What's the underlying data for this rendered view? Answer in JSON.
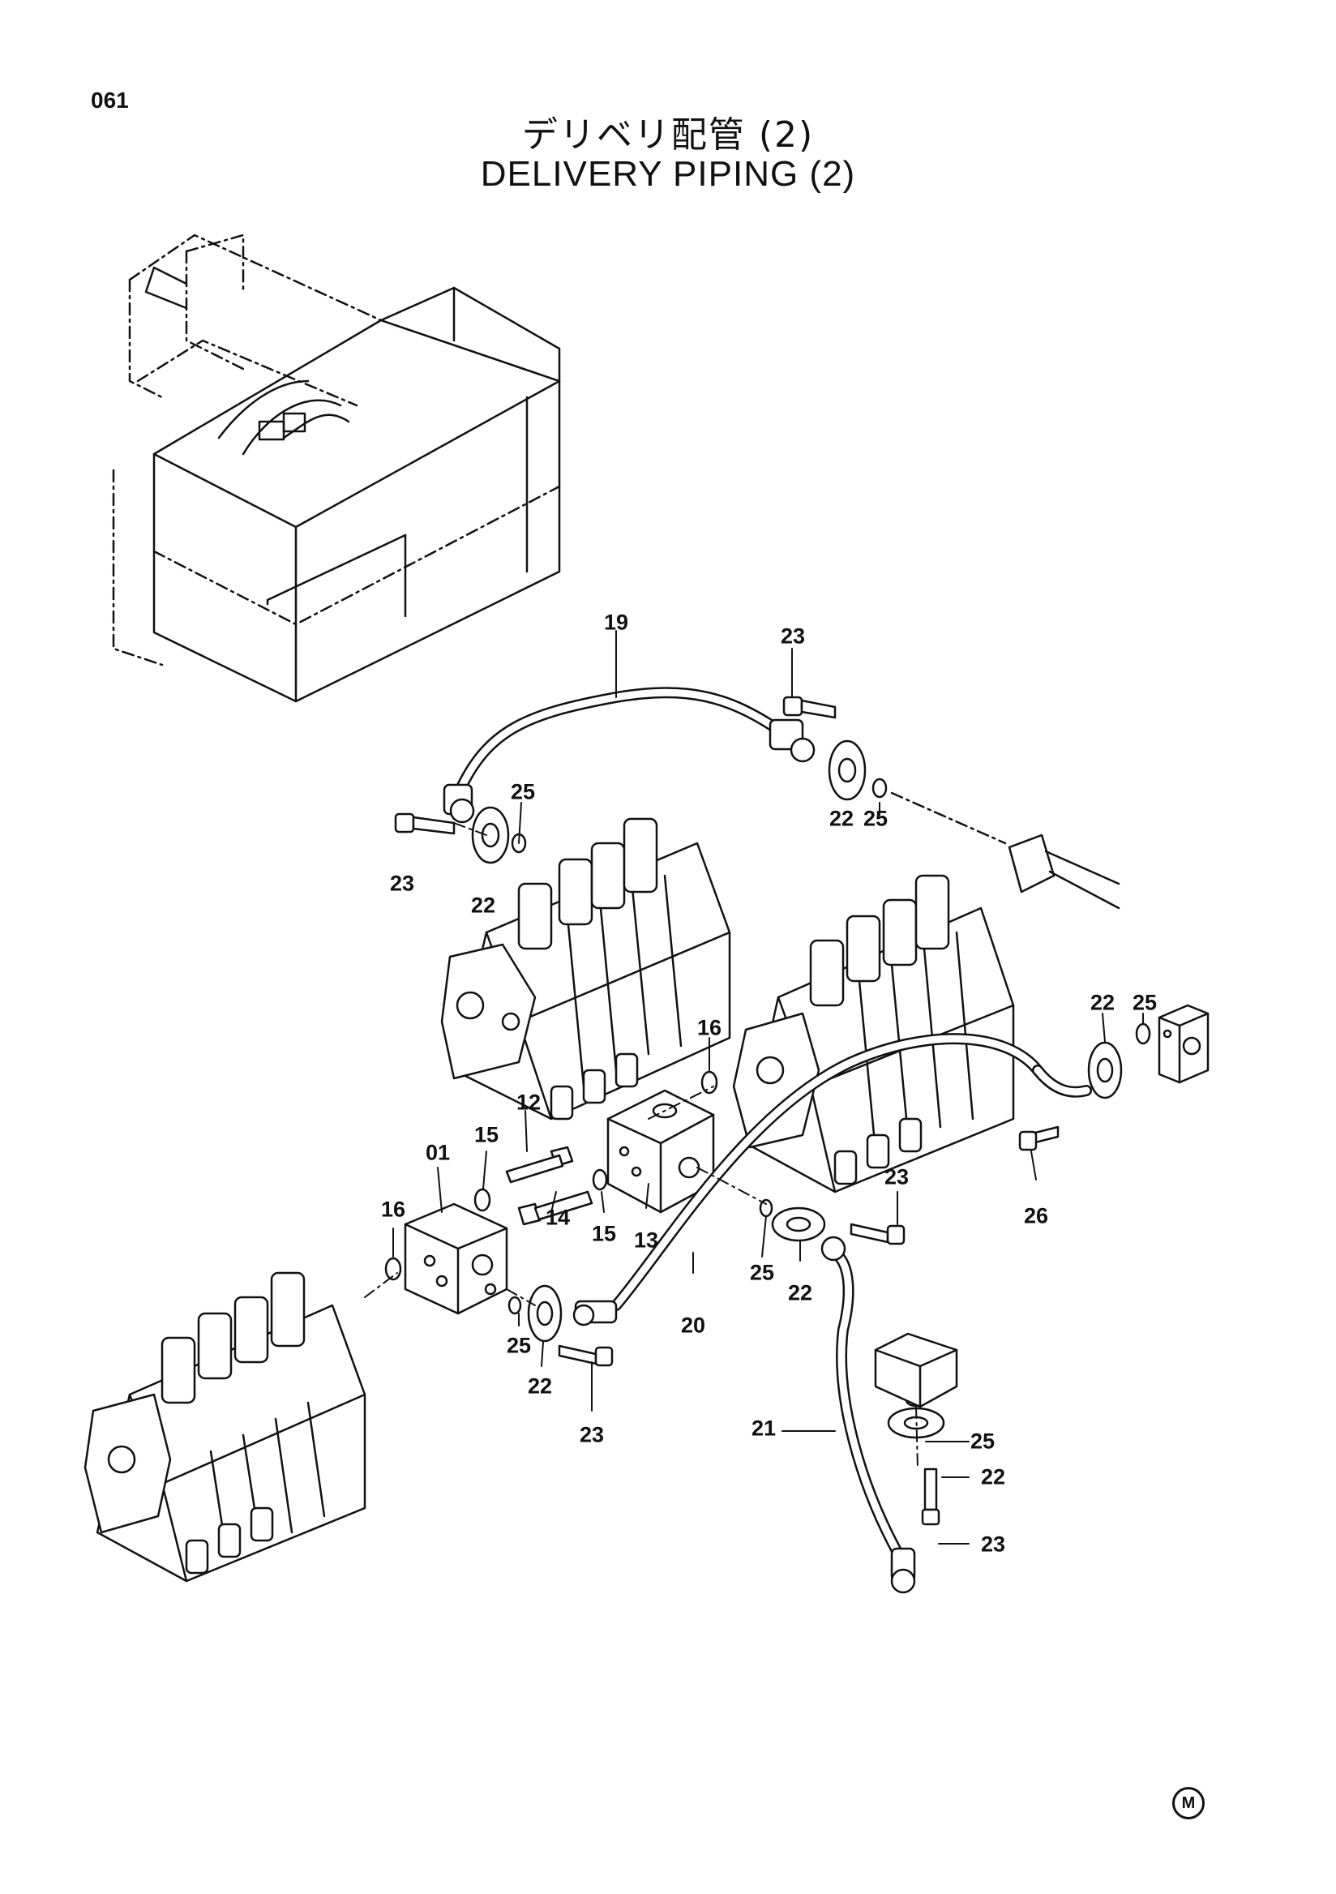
{
  "page": {
    "number": "061",
    "title_jp": "デリベリ配管 (2)",
    "title_en": "DELIVERY PIPING (2)",
    "mark": "M"
  },
  "callouts": [
    {
      "id": "c19a",
      "label": "19"
    },
    {
      "id": "c23a",
      "label": "23"
    },
    {
      "id": "c25a",
      "label": "25"
    },
    {
      "id": "c23b",
      "label": "23"
    },
    {
      "id": "c22a",
      "label": "22"
    },
    {
      "id": "c22b",
      "label": "22"
    },
    {
      "id": "c25b",
      "label": "25"
    },
    {
      "id": "c22c",
      "label": "22"
    },
    {
      "id": "c25c",
      "label": "25"
    },
    {
      "id": "c16a",
      "label": "16"
    },
    {
      "id": "c12",
      "label": "12"
    },
    {
      "id": "c15a",
      "label": "15"
    },
    {
      "id": "c01",
      "label": "01"
    },
    {
      "id": "c16b",
      "label": "16"
    },
    {
      "id": "c14",
      "label": "14"
    },
    {
      "id": "c15b",
      "label": "15"
    },
    {
      "id": "c13",
      "label": "13"
    },
    {
      "id": "c23c",
      "label": "23"
    },
    {
      "id": "c26",
      "label": "26"
    },
    {
      "id": "c25d",
      "label": "25"
    },
    {
      "id": "c22d",
      "label": "22"
    },
    {
      "id": "c20",
      "label": "20"
    },
    {
      "id": "c25e",
      "label": "25"
    },
    {
      "id": "c22e",
      "label": "22"
    },
    {
      "id": "c23d",
      "label": "23"
    },
    {
      "id": "c21",
      "label": "21"
    },
    {
      "id": "c25f",
      "label": "25"
    },
    {
      "id": "c22f",
      "label": "22"
    },
    {
      "id": "c23e",
      "label": "23"
    }
  ]
}
